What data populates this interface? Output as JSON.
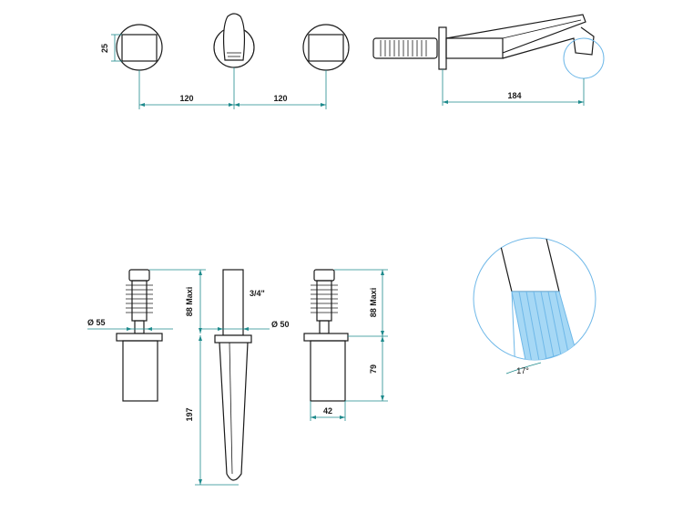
{
  "colors": {
    "outline": "#1a1a1a",
    "dimension_line": "#1e8a8c",
    "detail_circle": "#6fb8e8",
    "detail_fill": "#a6d8f5"
  },
  "top_view": {
    "dim_height": "25",
    "dim_spacing_left": "120",
    "dim_spacing_right": "120"
  },
  "side_view": {
    "dim_length": "184"
  },
  "front_view": {
    "left_diameter": "Ø 55",
    "left_height": "88 Maxi",
    "thread": "3/4\"",
    "spout_diameter": "Ø 50",
    "spout_length": "197",
    "right_height": "88 Maxi",
    "right_body_height": "79",
    "right_body_width": "42"
  },
  "detail": {
    "angle": "17°"
  }
}
